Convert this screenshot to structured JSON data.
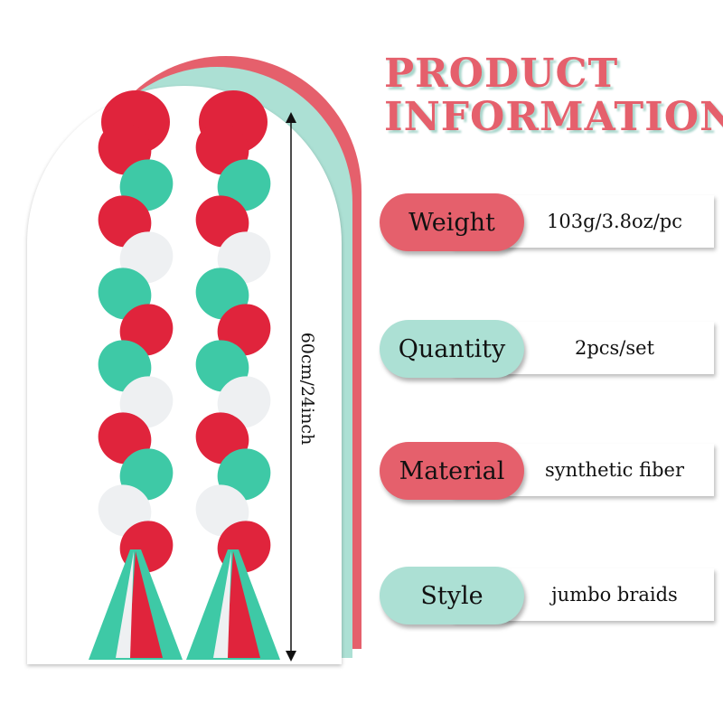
{
  "title": {
    "line1": "PRODUCT",
    "line2": "INFORMATION"
  },
  "dimension_label": "60cm/24inch",
  "colors": {
    "accent_red": "#e5606c",
    "accent_mint": "#ace0d4",
    "braid_red": "#e0243c",
    "braid_green": "#3ec9a6",
    "braid_white": "#eef0f2"
  },
  "specs": [
    {
      "label": "Weight",
      "value": "103g/3.8oz/pc",
      "pill_color": "red"
    },
    {
      "label": "Quantity",
      "value": "2pcs/set",
      "pill_color": "mint"
    },
    {
      "label": "Material",
      "value": "synthetic fiber",
      "pill_color": "red"
    },
    {
      "label": "Style",
      "value": "jumbo braids",
      "pill_color": "mint"
    }
  ]
}
